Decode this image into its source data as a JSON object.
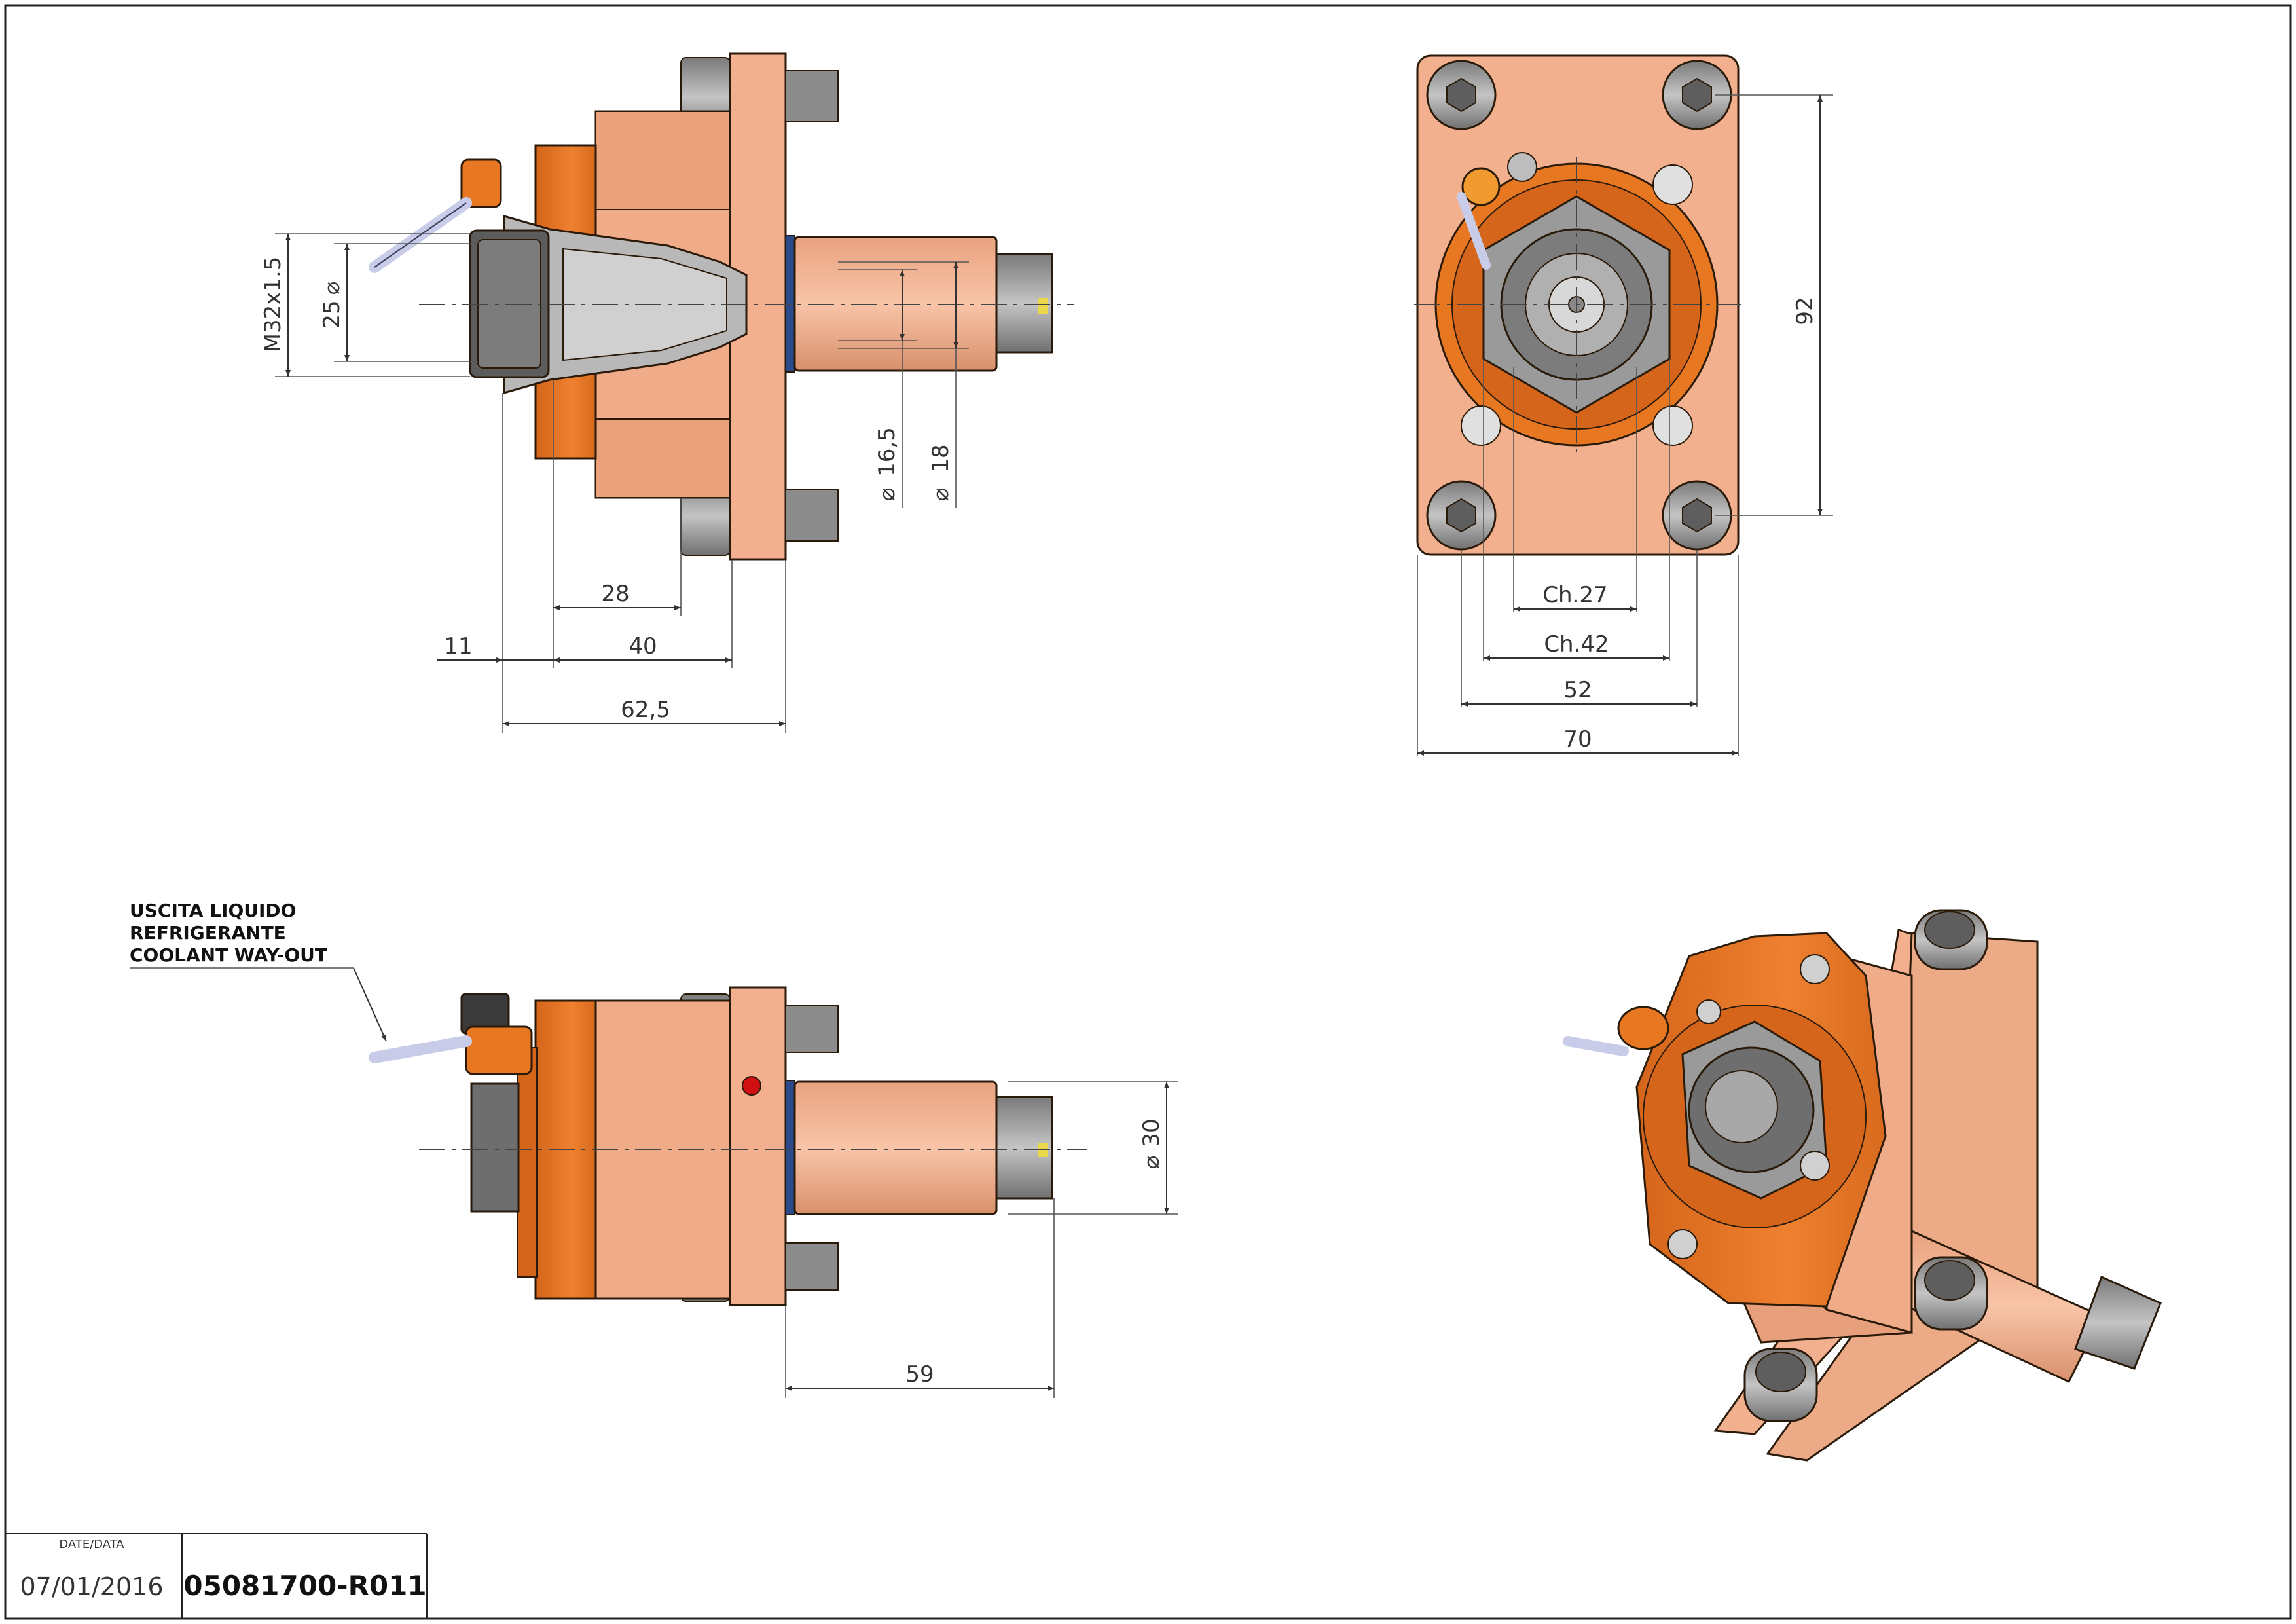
{
  "colors": {
    "body_light": "#F2B08E",
    "body_mid": "#E8A07C",
    "body_orange": "#E87722",
    "body_dark_orange": "#D4651A",
    "steel_gray": "#9A9A9A",
    "steel_dark": "#6E6E6E",
    "pipe_blue": "#C8CCE8",
    "seal_blue": "#2B4A8C",
    "accent_yellow": "#E8D84A",
    "accent_red": "#D01010"
  },
  "front_view": {
    "dims": {
      "m32": "M32x1.5",
      "d25": "25",
      "d16_5": "16,5",
      "d18": "18",
      "l28": "28",
      "l11": "11",
      "l40": "40",
      "l62_5": "62,5"
    }
  },
  "end_view": {
    "dims": {
      "h92": "92",
      "ch27": "Ch.27",
      "ch42": "Ch.42",
      "w52": "52",
      "w70": "70"
    }
  },
  "side_view": {
    "note": [
      "USCITA LIQUIDO",
      "REFRIGERANTE",
      "COOLANT WAY-OUT"
    ],
    "dims": {
      "d30": "30",
      "l59": "59"
    }
  },
  "title_block": {
    "date_label": "DATE/DATA",
    "date": "07/01/2016",
    "code": "05081700-R011"
  }
}
